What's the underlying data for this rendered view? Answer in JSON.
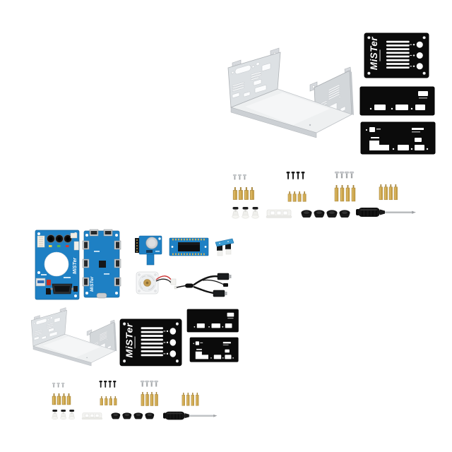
{
  "brand": "MiSTer",
  "colors": {
    "background": "#ffffff",
    "case_silver": "#dde1e4",
    "case_floor": "#eef0f1",
    "panel_black": "#0b0b0b",
    "pcb_blue": "#1e80c4",
    "brass_standoff": "#c9a24a",
    "led_yellow": "#e8d24a",
    "led_green": "#58b84e",
    "led_red": "#d63b2f",
    "wire_red": "#cc3333",
    "screw_silver": "#c6c9cc",
    "screw_black": "#1c1c1c",
    "screwdriver_shaft": "#b6b9bc"
  },
  "kits": [
    {
      "name": "case-only kit (top)",
      "items": [
        {
          "label": "aluminum u-case",
          "qty": 1
        },
        {
          "label": "front panel (MiSTer)",
          "qty": 1
        },
        {
          "label": "rear panel A",
          "qty": 1
        },
        {
          "label": "rear panel B",
          "qty": 1
        },
        {
          "label": "small silver screws",
          "qty": 3
        },
        {
          "label": "black screws",
          "qty": 4
        },
        {
          "label": "silver screws",
          "qty": 4
        },
        {
          "label": "brass standoffs",
          "qty": 16
        },
        {
          "label": "push rivets",
          "qty": 3
        },
        {
          "label": "white mounting bracket",
          "qty": 1
        },
        {
          "label": "rubber feet",
          "qty": 4
        },
        {
          "label": "screwdriver",
          "qty": 1
        }
      ]
    },
    {
      "name": "full kit with boards (bottom)",
      "items": [
        {
          "label": "analog io board",
          "qty": 1
        },
        {
          "label": "usb hub board",
          "qty": 1
        },
        {
          "label": "rtc battery board",
          "qty": 1
        },
        {
          "label": "memory module",
          "qty": 1
        },
        {
          "label": "usb bridge",
          "qty": 1
        },
        {
          "label": "cooling fan",
          "qty": 1
        },
        {
          "label": "usb y-cable",
          "qty": 1
        },
        {
          "label": "aluminum u-case",
          "qty": 1
        },
        {
          "label": "front panel (MiSTer)",
          "qty": 1
        },
        {
          "label": "rear panel A",
          "qty": 1
        },
        {
          "label": "rear panel B",
          "qty": 1
        },
        {
          "label": "small silver screws",
          "qty": 3
        },
        {
          "label": "black screws",
          "qty": 4
        },
        {
          "label": "silver screws",
          "qty": 4
        },
        {
          "label": "brass standoffs",
          "qty": 16
        },
        {
          "label": "push rivets",
          "qty": 3
        },
        {
          "label": "white mounting bracket",
          "qty": 1
        },
        {
          "label": "rubber feet",
          "qty": 4
        },
        {
          "label": "screwdriver",
          "qty": 1
        }
      ]
    }
  ]
}
